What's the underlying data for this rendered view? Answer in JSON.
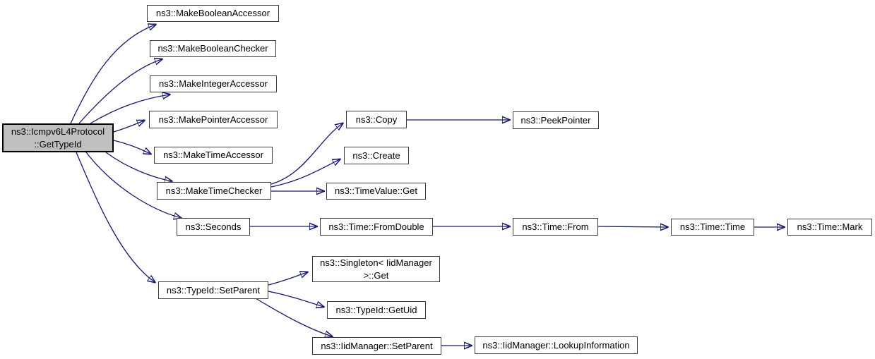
{
  "diagram_type": "doxygen-call-graph",
  "colors": {
    "background": "#ffffff",
    "edge": "#191970",
    "node_border": "#3c3c3c",
    "node_fill": "#ffffff",
    "highlight_fill": "#bfbfbf",
    "highlight_border": "#000000",
    "text": "#000000"
  },
  "graph": {
    "nodes": [
      {
        "id": "get-type-id",
        "label": "ns3::Icmpv6L4Protocol\n::GetTypeId",
        "highlighted": true
      },
      {
        "id": "make-boolean-accessor",
        "label": "ns3::MakeBooleanAccessor"
      },
      {
        "id": "make-boolean-checker",
        "label": "ns3::MakeBooleanChecker"
      },
      {
        "id": "make-integer-accessor",
        "label": "ns3::MakeIntegerAccessor"
      },
      {
        "id": "make-pointer-accessor",
        "label": "ns3::MakePointerAccessor"
      },
      {
        "id": "make-time-accessor",
        "label": "ns3::MakeTimeAccessor"
      },
      {
        "id": "make-time-checker",
        "label": "ns3::MakeTimeChecker"
      },
      {
        "id": "copy",
        "label": "ns3::Copy"
      },
      {
        "id": "create",
        "label": "ns3::Create"
      },
      {
        "id": "time-value-get",
        "label": "ns3::TimeValue::Get"
      },
      {
        "id": "peek-pointer",
        "label": "ns3::PeekPointer"
      },
      {
        "id": "seconds",
        "label": "ns3::Seconds"
      },
      {
        "id": "time-from-double",
        "label": "ns3::Time::FromDouble"
      },
      {
        "id": "time-from",
        "label": "ns3::Time::From"
      },
      {
        "id": "time-time",
        "label": "ns3::Time::Time"
      },
      {
        "id": "time-mark",
        "label": "ns3::Time::Mark"
      },
      {
        "id": "type-id-set-parent",
        "label": "ns3::TypeId::SetParent"
      },
      {
        "id": "singleton-iid-manager-get",
        "label": "ns3::Singleton< IidManager\n>::Get"
      },
      {
        "id": "type-id-get-uid",
        "label": "ns3::TypeId::GetUid"
      },
      {
        "id": "iid-manager-set-parent",
        "label": "ns3::IidManager::SetParent"
      },
      {
        "id": "iid-manager-lookup-information",
        "label": "ns3::IidManager::LookupInformation"
      }
    ],
    "edges": [
      {
        "from": "get-type-id",
        "to": "make-boolean-accessor"
      },
      {
        "from": "get-type-id",
        "to": "make-boolean-checker"
      },
      {
        "from": "get-type-id",
        "to": "make-integer-accessor"
      },
      {
        "from": "get-type-id",
        "to": "make-pointer-accessor"
      },
      {
        "from": "get-type-id",
        "to": "make-time-accessor"
      },
      {
        "from": "get-type-id",
        "to": "make-time-checker"
      },
      {
        "from": "get-type-id",
        "to": "seconds"
      },
      {
        "from": "get-type-id",
        "to": "type-id-set-parent"
      },
      {
        "from": "make-time-checker",
        "to": "copy"
      },
      {
        "from": "make-time-checker",
        "to": "create"
      },
      {
        "from": "make-time-checker",
        "to": "time-value-get"
      },
      {
        "from": "copy",
        "to": "peek-pointer"
      },
      {
        "from": "seconds",
        "to": "time-from-double"
      },
      {
        "from": "time-from-double",
        "to": "time-from"
      },
      {
        "from": "time-from",
        "to": "time-time"
      },
      {
        "from": "time-time",
        "to": "time-mark"
      },
      {
        "from": "type-id-set-parent",
        "to": "singleton-iid-manager-get"
      },
      {
        "from": "type-id-set-parent",
        "to": "type-id-get-uid"
      },
      {
        "from": "type-id-set-parent",
        "to": "iid-manager-set-parent"
      },
      {
        "from": "iid-manager-set-parent",
        "to": "iid-manager-lookup-information"
      }
    ]
  }
}
